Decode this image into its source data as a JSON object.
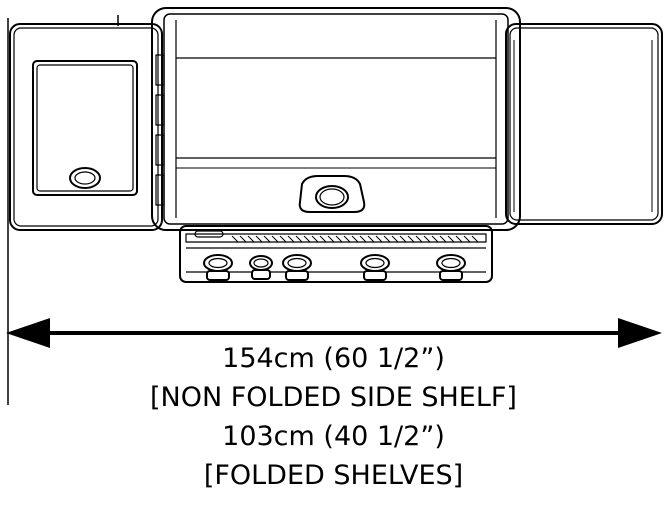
{
  "diagram": {
    "type": "dimension-drawing",
    "subject": "grill-top-view",
    "arrow": "double-headed-horizontal",
    "stroke_color": "#000000",
    "fill_color": "#ffffff"
  },
  "dimensions": {
    "line1": "154cm (60 1/2”)",
    "line2": "[NON FOLDED SIDE SHELF]",
    "line3": "103cm (40 1/2”)",
    "line4": "[FOLDED SHELVES]"
  }
}
